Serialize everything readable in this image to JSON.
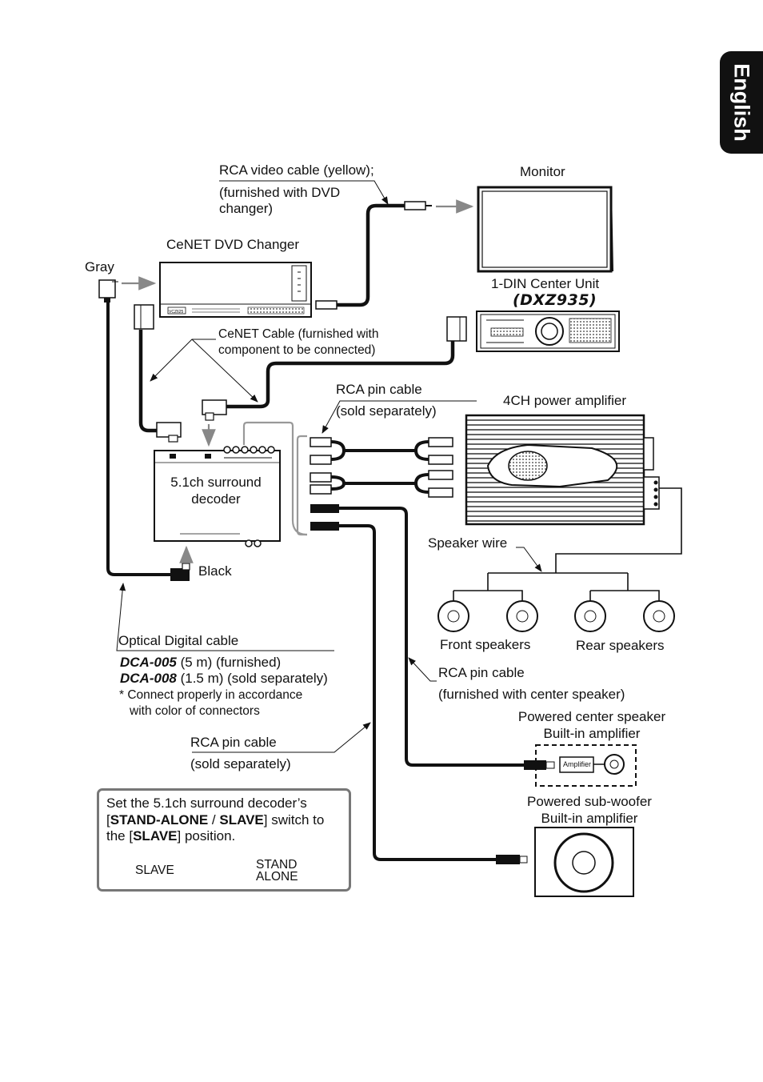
{
  "language_tab": "English",
  "labels": {
    "rca_video_cable": "RCA video cable (yellow);",
    "rca_video_cable_note": "(furnished with DVD",
    "rca_video_cable_note2": "changer)",
    "monitor": "Monitor",
    "dvd_changer": "CeNET DVD Changer",
    "gray": "Gray",
    "center_unit": "1-DIN Center Unit",
    "center_unit_model": "(DXZ935)",
    "cenet_cable": "CeNET Cable (furnished with",
    "cenet_cable2": "component to be connected)",
    "rca_pin_top": "RCA pin cable",
    "rca_pin_top_note": "(sold separately)",
    "amp_4ch": "4CH power amplifier",
    "decoder_line1": "5.1ch surround",
    "decoder_line2": "decoder",
    "speaker_wire": "Speaker wire",
    "black": "Black",
    "front_speakers": "Front speakers",
    "rear_speakers": "Rear speakers",
    "optical_cable": "Optical Digital cable",
    "dca005_model": "DCA-005",
    "dca005_rest": " (5 m) (furnished)",
    "dca008_model": "DCA-008",
    "dca008_rest": " (1.5 m) (sold separately)",
    "connector_note1": "*  Connect properly in accordance",
    "connector_note2": "with color of connectors",
    "rca_pin_center": "RCA pin cable",
    "rca_pin_center_note": "(furnished with center speaker)",
    "center_speaker1": "Powered center speaker",
    "center_speaker2": "Built-in amplifier",
    "amplifier_tag": "Amplifier",
    "rca_pin_bottom": "RCA pin cable",
    "rca_pin_bottom_note": "(sold separately)",
    "subwoofer1": "Powered sub-woofer",
    "subwoofer2": "Built-in amplifier",
    "changer_model_text": "VCZ625"
  },
  "note": {
    "line1": "Set the 5.1ch surround decoder’s",
    "open_bracket": "[",
    "stand_alone": "STAND-ALONE",
    "sep": " / ",
    "slave": "SLAVE",
    "after1": "] switch to",
    "line3_pre": "the [",
    "slave2": "SLAVE",
    "line3_post": "] position.",
    "switch_left": "SLAVE",
    "switch_right1": "STAND",
    "switch_right2": "ALONE"
  },
  "colors": {
    "ink": "#111111",
    "tab": "#111111",
    "gray_cable": "#8a8a8a",
    "box_border": "#777777"
  }
}
